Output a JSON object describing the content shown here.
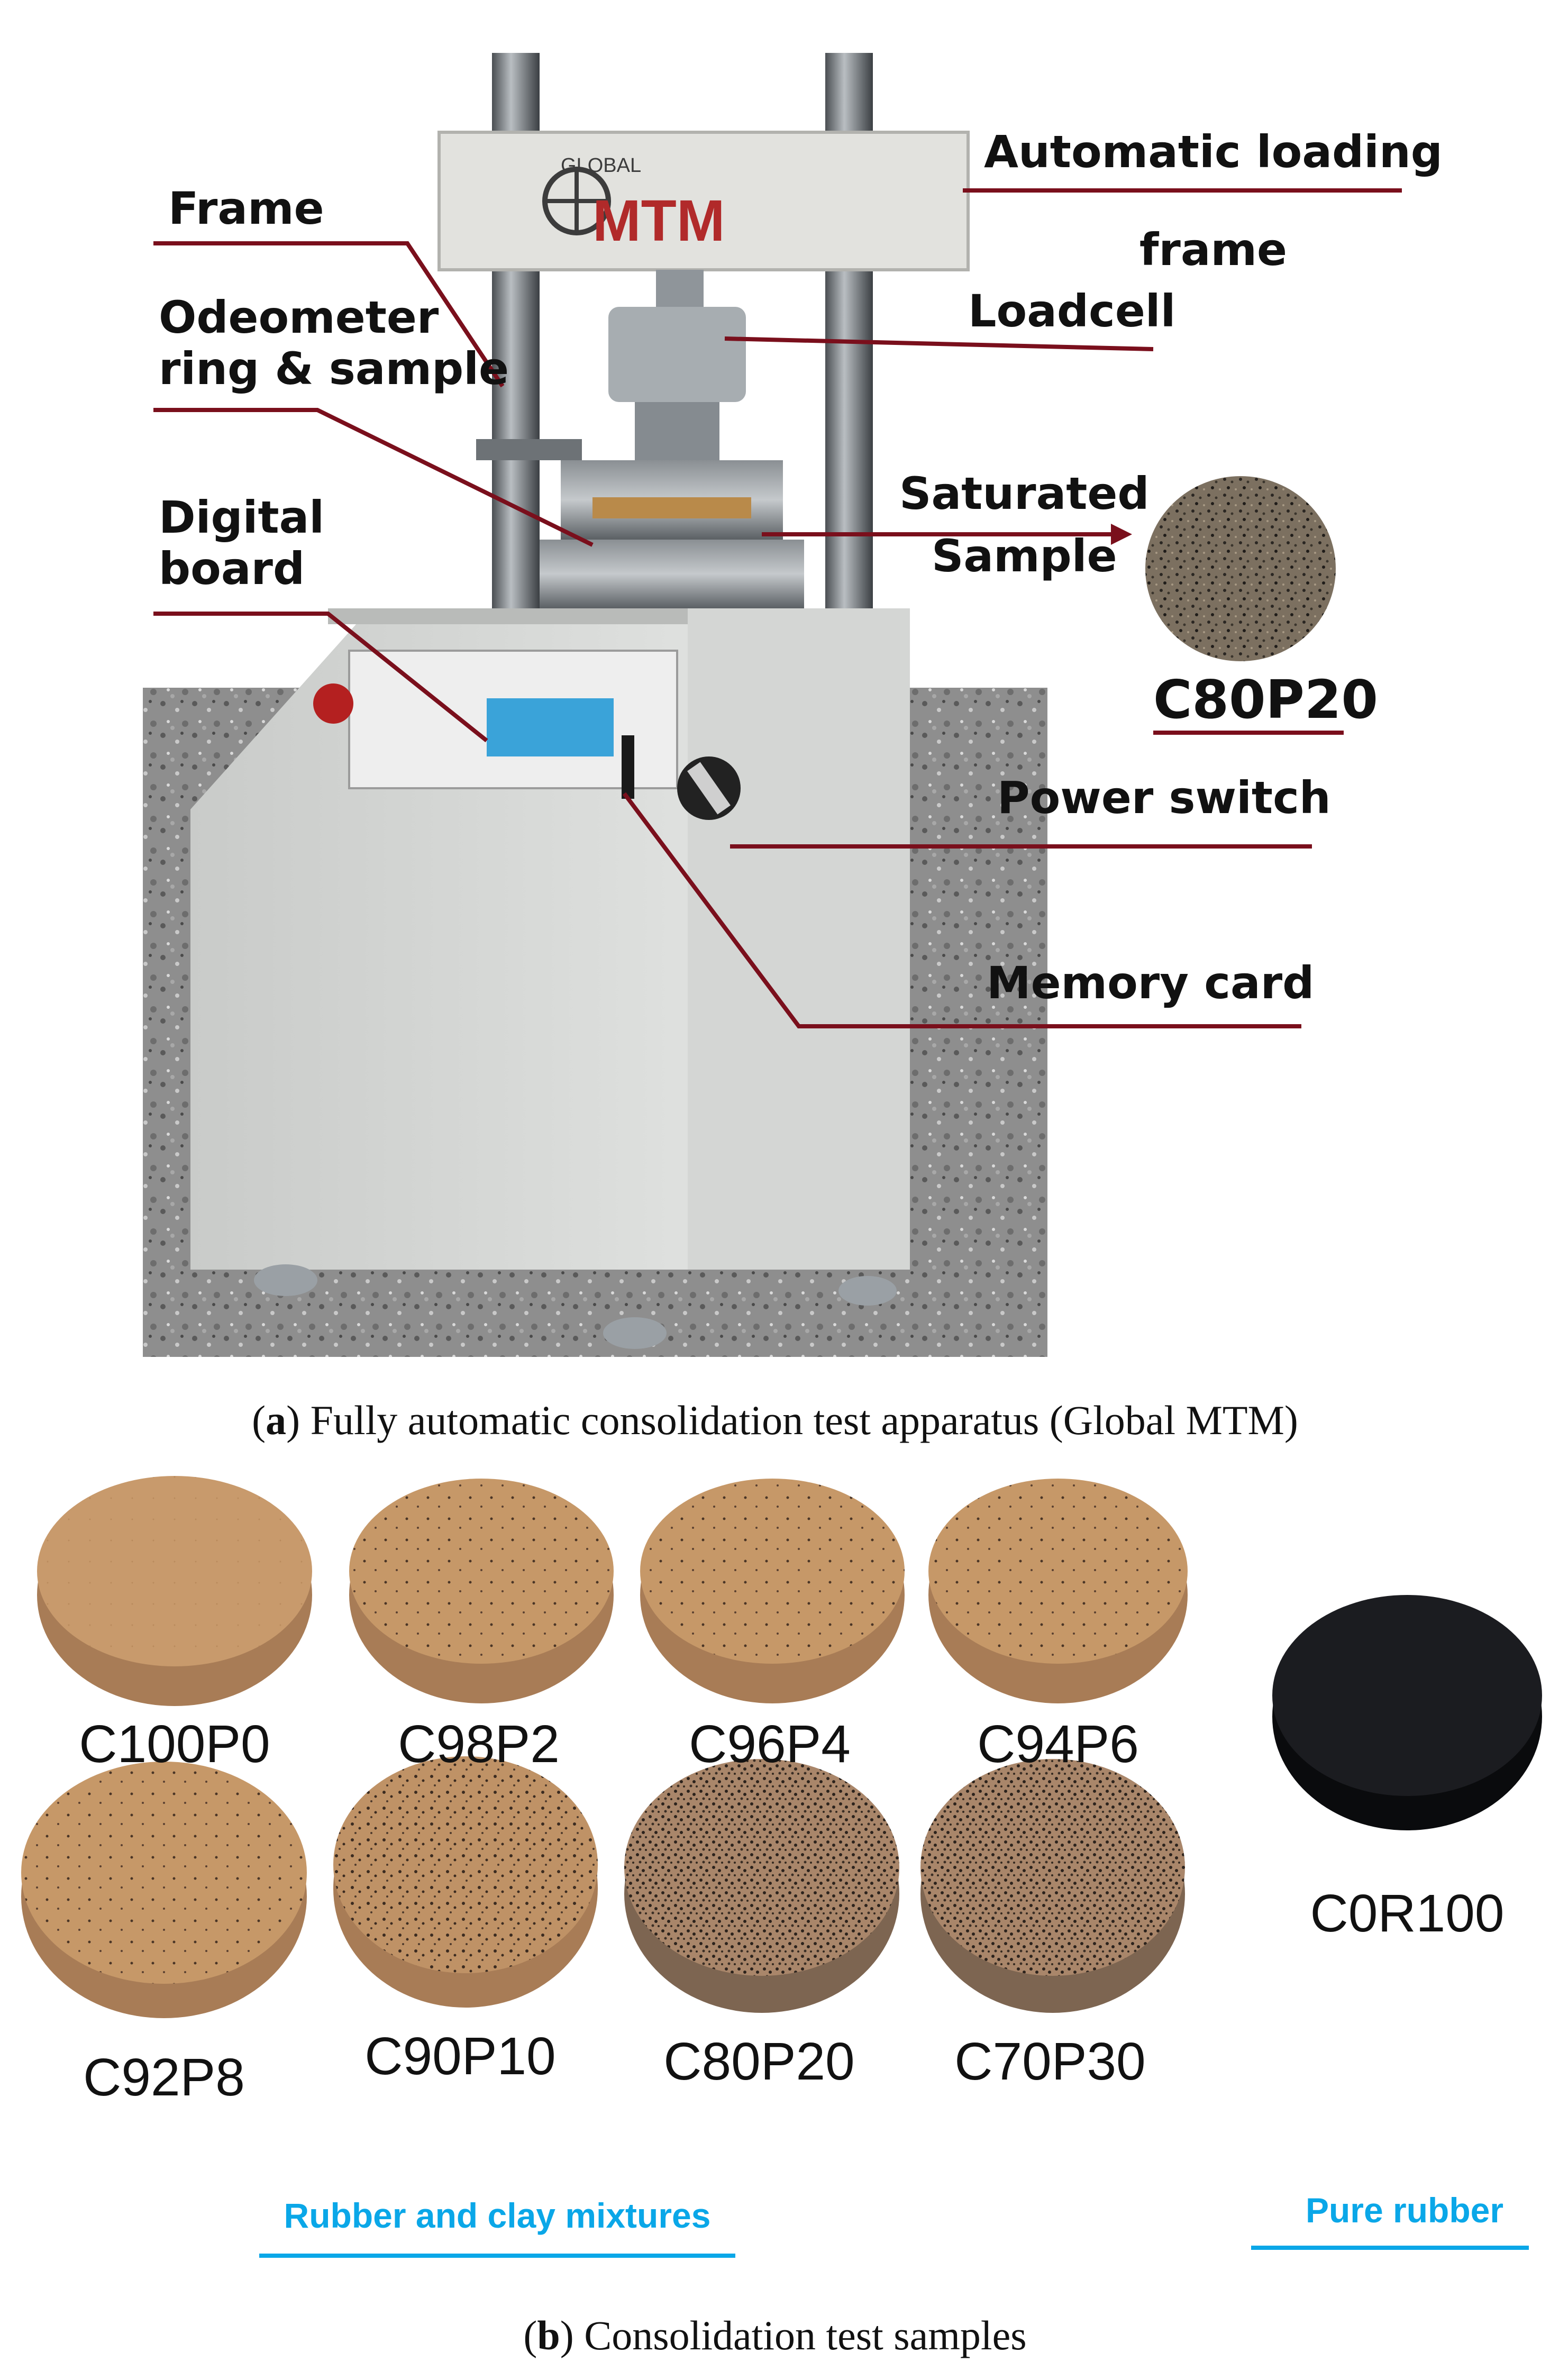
{
  "panel_a": {
    "brand_small": "GLOBAL",
    "brand_large": "MTM",
    "callouts": [
      {
        "id": "frame",
        "text": "Frame"
      },
      {
        "id": "odeometer",
        "text": "Odeometer\nring & sample"
      },
      {
        "id": "digital-board",
        "text": "Digital\nboard"
      },
      {
        "id": "automatic-loading-frame",
        "text": "Automatic loading\nframe"
      },
      {
        "id": "loadcell",
        "text": "Loadcell"
      },
      {
        "id": "saturated-sample",
        "text": "Saturated\nSample"
      },
      {
        "id": "power-switch",
        "text": "Power switch"
      },
      {
        "id": "memory-card",
        "text": "Memory card"
      }
    ],
    "inset_sample_label": "C80P20",
    "caption_letter": "a",
    "caption_text": " Fully automatic consolidation test apparatus (Global MTM)"
  },
  "panel_b": {
    "mixture_samples": [
      "C100P0",
      "C98P2",
      "C96P4",
      "C94P6",
      "C92P8",
      "C90P10",
      "C80P20",
      "C70P30"
    ],
    "rubber_sample": "C0R100",
    "group_mixtures": "Rubber and clay mixtures",
    "group_rubber": "Pure rubber",
    "caption_letter": "b",
    "caption_text": " Consolidation test samples"
  },
  "colors": {
    "callout_line": "#7a0f1c",
    "group_accent": "#0aa7e8",
    "clay_sample": "#c99a6e",
    "rubber_sample": "#15161a"
  }
}
